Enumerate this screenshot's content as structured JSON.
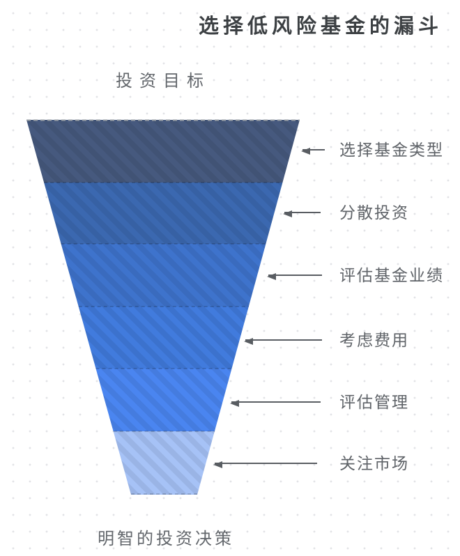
{
  "page": {
    "title": "选择低风险基金的漏斗",
    "top_label": "投资目标",
    "bottom_label": "明智的投资决策"
  },
  "funnel": {
    "type": "funnel",
    "segments": [
      {
        "label": "选择基金类型",
        "color": "#46597E"
      },
      {
        "label": "分散投资",
        "color": "#3B68B0"
      },
      {
        "label": "评估基金业绩",
        "color": "#3E73CC"
      },
      {
        "label": "考虑费用",
        "color": "#417BDD"
      },
      {
        "label": "评估管理",
        "color": "#4A85F0"
      },
      {
        "label": "关注市场",
        "color": "#A6C2F6"
      }
    ],
    "arrow_color": "#595d62",
    "label_color": "#5f6368",
    "title_color": "#3c4043"
  }
}
